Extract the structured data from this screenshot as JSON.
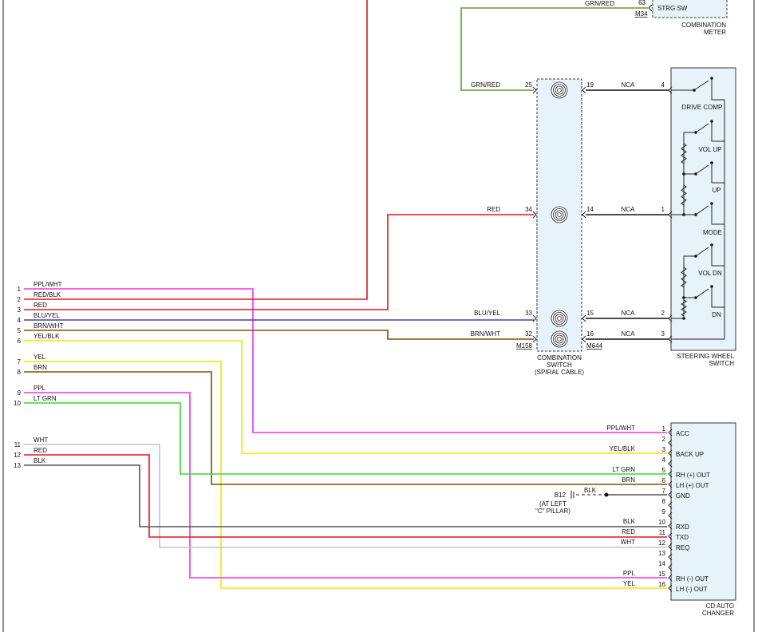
{
  "colors": {
    "PPL": "#ee33ee",
    "RED": "#e8141e",
    "BLU": "#4a3aa8",
    "BRN": "#7a5200",
    "YEL": "#f2e600",
    "GRN": "#33dd33",
    "WHT": "#c4c4c4",
    "BLK": "#555555",
    "GRNRED": "#6a9e2a",
    "NCA": "#111111",
    "component": "#e6f3fa"
  },
  "strg_sw": {
    "label": "STRG SW",
    "wire": "GRN/RED",
    "pin": "63",
    "connector": "M34",
    "component": [
      "COMBINATION",
      "METER"
    ]
  },
  "spiral_cable": {
    "label": [
      "COMBINATION",
      "SWITCH",
      "(SPIRAL CABLE)"
    ],
    "connector_left": "M158",
    "connector_right": "M644"
  },
  "steering_switch": {
    "label": [
      "STEERING WHEEL",
      "SWITCH"
    ],
    "switches": [
      "DRIVE COMP",
      "VOL UP",
      "UP",
      "MODE",
      "VOL DN",
      "DN"
    ]
  },
  "spiral_rows": [
    {
      "lwire": "GRN/RED",
      "lpin": "25",
      "rpin": "19",
      "rwire": "NCA",
      "sw_pin": "4"
    },
    {
      "lwire": "RED",
      "lpin": "34",
      "rpin": "14",
      "rwire": "NCA",
      "sw_pin": "1"
    },
    {
      "lwire": "BLU/YEL",
      "lpin": "33",
      "rpin": "15",
      "rwire": "NCA",
      "sw_pin": "2"
    },
    {
      "lwire": "BRN/WHT",
      "lpin": "32",
      "rpin": "16",
      "rwire": "NCA",
      "sw_pin": "3"
    }
  ],
  "left_connector": [
    {
      "pin": "1",
      "wire": "PPL/WHT"
    },
    {
      "pin": "2",
      "wire": "RED/BLK"
    },
    {
      "pin": "3",
      "wire": "RED"
    },
    {
      "pin": "4",
      "wire": "BLU/YEL"
    },
    {
      "pin": "5",
      "wire": "BRN/WHT"
    },
    {
      "pin": "6",
      "wire": "YEL/BLK"
    },
    {
      "pin": "7",
      "wire": "YEL"
    },
    {
      "pin": "8",
      "wire": "BRN"
    },
    {
      "pin": "9",
      "wire": "PPL"
    },
    {
      "pin": "10",
      "wire": "LT GRN"
    },
    {
      "pin": "11",
      "wire": "WHT"
    },
    {
      "pin": "12",
      "wire": "RED"
    },
    {
      "pin": "13",
      "wire": "BLK"
    }
  ],
  "cd_changer": {
    "label": [
      "CD AUTO",
      "CHANGER"
    ],
    "pins": [
      {
        "pin": "1",
        "wire": "PPL/WHT",
        "func": "ACC"
      },
      {
        "pin": "2",
        "wire": "",
        "func": ""
      },
      {
        "pin": "3",
        "wire": "YEL/BLK",
        "func": "BACK UP"
      },
      {
        "pin": "4",
        "wire": "",
        "func": ""
      },
      {
        "pin": "5",
        "wire": "LT GRN",
        "func": "RH (+) OUT"
      },
      {
        "pin": "6",
        "wire": "BRN",
        "func": "LH (+) OUT"
      },
      {
        "pin": "7",
        "wire": "BLK",
        "func": "GND"
      },
      {
        "pin": "8",
        "wire": "",
        "func": ""
      },
      {
        "pin": "9",
        "wire": "",
        "func": ""
      },
      {
        "pin": "10",
        "wire": "BLK",
        "func": "RXD"
      },
      {
        "pin": "11",
        "wire": "RED",
        "func": "TXD"
      },
      {
        "pin": "12",
        "wire": "WHT",
        "func": "REQ"
      },
      {
        "pin": "13",
        "wire": "",
        "func": ""
      },
      {
        "pin": "14",
        "wire": "",
        "func": ""
      },
      {
        "pin": "15",
        "wire": "PPL",
        "func": "RH (-) OUT"
      },
      {
        "pin": "16",
        "wire": "YEL",
        "func": "LH (-) OUT"
      }
    ]
  },
  "ground": {
    "id": "B12",
    "note": [
      "(AT LEFT",
      "\"C\" PILLAR)"
    ]
  }
}
